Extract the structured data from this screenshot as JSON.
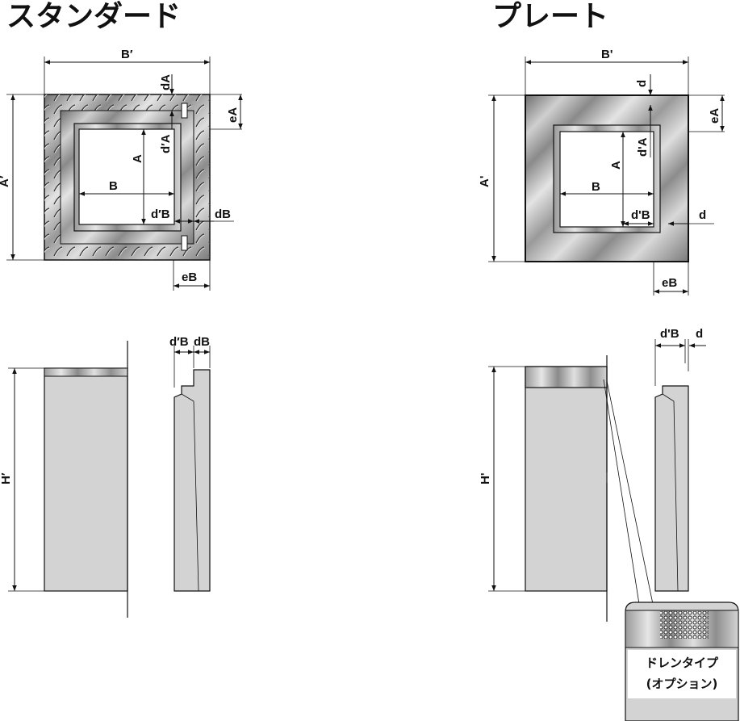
{
  "titles": {
    "standard": "スタンダード",
    "plate": "プレート"
  },
  "labels": {
    "b_outer": "B′",
    "b_outer_plate": "B'",
    "a_outer": "A'",
    "a_outer_std": "A′",
    "a_inner": "A",
    "b_inner": "B",
    "da": "dA",
    "db": "dB",
    "dpa": "d′A",
    "dpa_plate": "d'A",
    "dpb": "d′B",
    "dpb_plate": "d'B",
    "ea": "eA",
    "eb": "eB",
    "d": "d",
    "h_outer": "H'",
    "h_outer_std": "H′"
  },
  "callout": {
    "line1": "ドレンタイプ",
    "line2": "(オプション)"
  }
}
